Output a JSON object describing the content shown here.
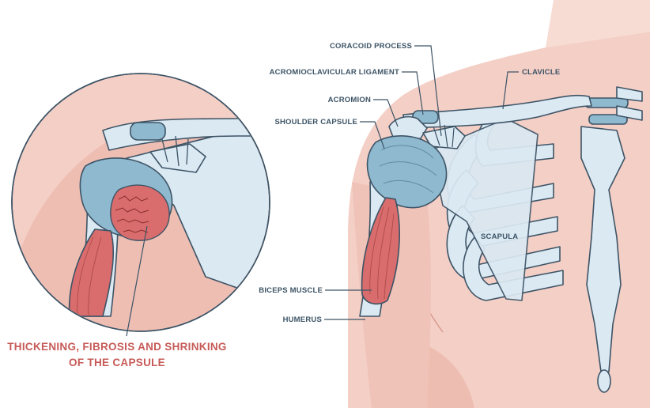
{
  "colors": {
    "skin": "#f4cfc6",
    "skin_dark": "#eab0a4",
    "bone": "#dbe9f3",
    "cartilage": "#8fb9cf",
    "muscle": "#d96c6c",
    "outline": "#3d5466",
    "accent_red": "#c65a57"
  },
  "labels": {
    "coracoid_process": "CORACOID PROCESS",
    "acromioclavicular_ligament": "ACROMIOCLAVICULAR LIGAMENT",
    "acromion": "ACROMION",
    "shoulder_capsule": "SHOULDER CAPSULE",
    "clavicle": "CLAVICLE",
    "scapula": "SCAPULA",
    "biceps_muscle": "BICEPS MUSCLE",
    "humerus": "HUMERUS"
  },
  "inset_caption": {
    "line1": "THICKENING, FIBROSIS AND SHRINKING",
    "line2": "OF THE CAPSULE"
  }
}
